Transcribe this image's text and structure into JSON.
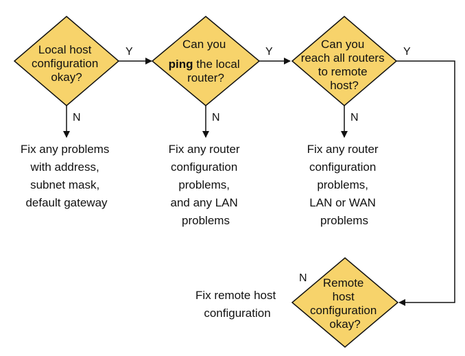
{
  "colors": {
    "diamond_fill": "#f7d36b",
    "diamond_stroke": "#111111",
    "line": "#111111",
    "text": "#111111"
  },
  "decisions": [
    {
      "id": "d1",
      "lines": [
        "Local host",
        "configuration",
        "okay?"
      ]
    },
    {
      "id": "d2",
      "lines": [
        "Can you",
        "the local",
        "router?"
      ],
      "bold_word": "ping"
    },
    {
      "id": "d3",
      "lines": [
        "Can you",
        "reach all routers",
        "to remote",
        "host?"
      ]
    },
    {
      "id": "d4",
      "lines": [
        "Remote",
        "host",
        "configuration",
        "okay?"
      ]
    }
  ],
  "fixes": [
    {
      "id": "f1",
      "lines": [
        "Fix any problems",
        "with address,",
        "subnet mask,",
        "default gateway"
      ]
    },
    {
      "id": "f2",
      "lines": [
        "Fix any router",
        "configuration",
        "problems,",
        "and any LAN",
        "problems"
      ]
    },
    {
      "id": "f3",
      "lines": [
        "Fix any router",
        "configuration",
        "problems,",
        "LAN or WAN",
        "problems"
      ]
    },
    {
      "id": "f4",
      "lines": [
        "Fix remote host",
        "configuration"
      ]
    }
  ],
  "edge_labels": {
    "yes": "Y",
    "no": "N"
  }
}
